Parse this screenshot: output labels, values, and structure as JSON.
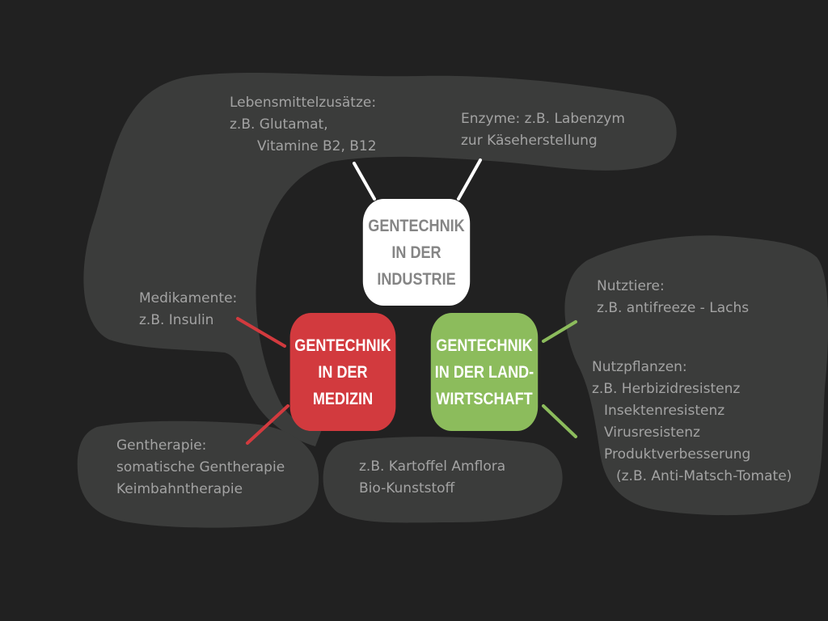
{
  "colors": {
    "background": "#212121",
    "blob": "#3b3c3b",
    "note_text": "#a3a3a3",
    "industrie_box": "#ffffff",
    "industrie_text": "#858585",
    "medizin_box": "#d23a3e",
    "land_box": "#8cbc5c",
    "connector_white": "#ffffff",
    "connector_red": "#d23a3e",
    "connector_green": "#8cbc5c"
  },
  "boxes": {
    "industrie": [
      "GENTECHNIK",
      "IN DER",
      "INDUSTRIE"
    ],
    "medizin": [
      "GENTECHNIK",
      "IN DER",
      "MEDIZIN"
    ],
    "landwirtschaft": [
      "GENTECHNIK",
      "IN DER LAND-",
      "WIRTSCHAFT"
    ]
  },
  "notes": {
    "lebensmittel": [
      "Lebensmittelzusätze:",
      "z.B. Glutamat,",
      "Vitamine B2, B12"
    ],
    "enzyme": [
      "Enzyme: z.B. Labenzym",
      "zur Käseherstellung"
    ],
    "medikamente": [
      "Medikamente:",
      "z.B. Insulin"
    ],
    "gentherapie": [
      "Gentherapie:",
      "somatische Gentherapie",
      "Keimbahntherapie"
    ],
    "kartoffel": [
      "z.B. Kartoffel Amflora",
      "Bio-Kunststoff"
    ],
    "nutztiere": [
      "Nutztiere:",
      "z.B. antifreeze - Lachs"
    ],
    "nutzpflanzen": [
      "Nutzpflanzen:",
      "z.B. Herbizidresistenz",
      "Insektenresistenz",
      "Virusresistenz",
      "Produktverbesserung",
      "(z.B. Anti-Matsch-Tomate)"
    ]
  }
}
